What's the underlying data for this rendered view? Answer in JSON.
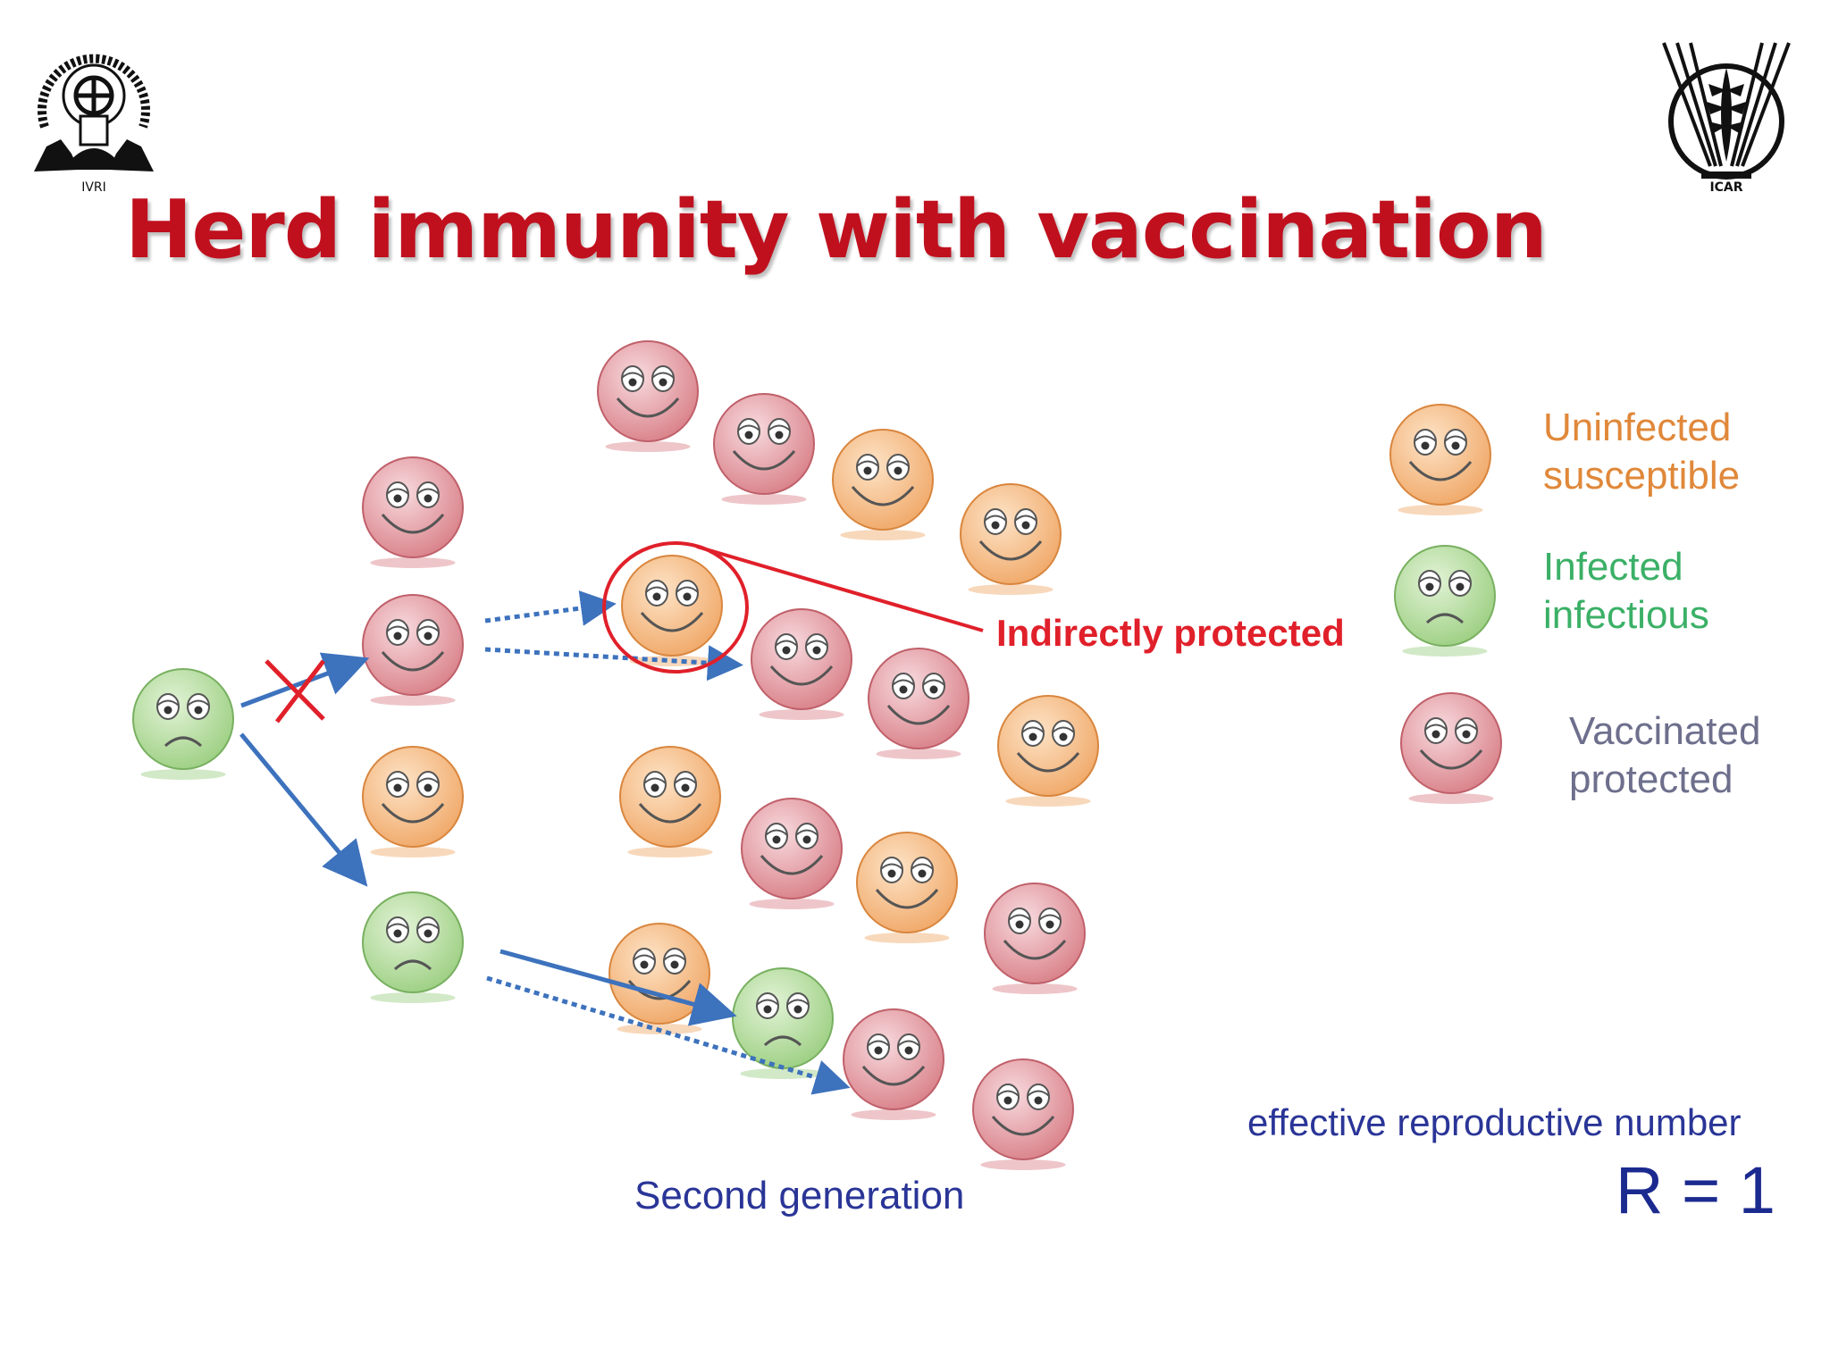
{
  "title": "Herd immunity with vaccination",
  "logos": {
    "left": "IVRI",
    "right": "ICAR"
  },
  "legend": {
    "uninfected": [
      "Uninfected",
      "susceptible"
    ],
    "infected": [
      "Infected",
      "infectious"
    ],
    "vaccinated": [
      "Vaccinated",
      "protected"
    ]
  },
  "annotation": "Indirectly protected",
  "second_generation": "Second generation",
  "reproductive_label": "effective reproductive number",
  "reproductive_value": "R = 1",
  "colors": {
    "title": "#c0101e",
    "susceptible": "#f0a868",
    "infected": "#9ccf82",
    "vaccinated": "#d98088",
    "arrow": "#3d72bd",
    "highlight": "#e0202a",
    "text_blue": "#2a3597"
  },
  "icons": {
    "susceptible": "smiley-face-icon",
    "infected": "frowning-face-icon",
    "vaccinated": "smiley-face-icon"
  }
}
